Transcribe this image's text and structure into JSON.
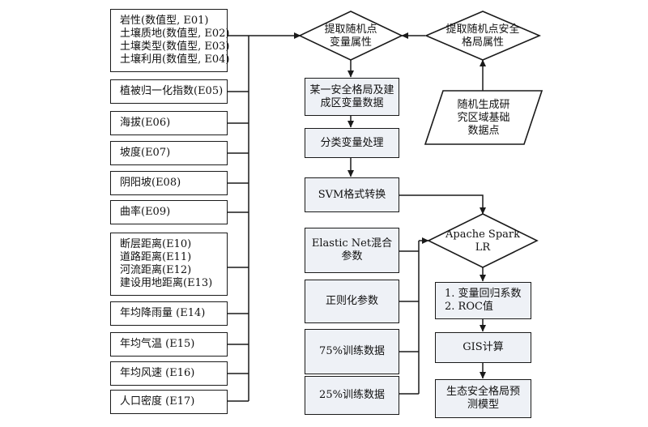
{
  "variables": {
    "group1": [
      "岩性(数值型, E01)",
      "土壤质地(数值型, E02)",
      "土壤类型(数值型, E03)",
      "土壤利用(数值型, E04)"
    ],
    "e05": "植被归一化指数(E05)",
    "e06": "海拔(E06)",
    "e07": "坡度(E07)",
    "e08": "阴阳坡(E08)",
    "e09": "曲率(E09)",
    "group2": [
      "断层距离(E10)",
      "道路距离(E11)",
      "河流距离(E12)",
      "建设用地距离(E13)"
    ],
    "e14": "年均降雨量 (E14)",
    "e15": "年均气温 (E15)",
    "e16": "年均风速 (E16)",
    "e17": "人口密度 (E17)"
  },
  "flow": {
    "extract_vars": [
      "提取随机点",
      "变量属性"
    ],
    "extract_security": [
      "提取随机点安全",
      "格局属性"
    ],
    "random_points": [
      "随机生成研",
      "究区域基础",
      "数据点"
    ],
    "pattern_data": [
      "某一安全格局及建",
      "成区变量数据"
    ],
    "categorize": "分类变量处理",
    "svm_format": "SVM格式转换",
    "spark": [
      "Apache Spark",
      "LR"
    ],
    "elastic_net": "Elastic Net混合参数",
    "regularization": "正则化参数",
    "train75": "75%训练数据",
    "train25": "25%训练数据",
    "results": [
      "1. 变量回归系数",
      "2. ROC值"
    ],
    "gis": "GIS计算",
    "eco_model": [
      "生态安全格局预",
      "测模型"
    ]
  }
}
